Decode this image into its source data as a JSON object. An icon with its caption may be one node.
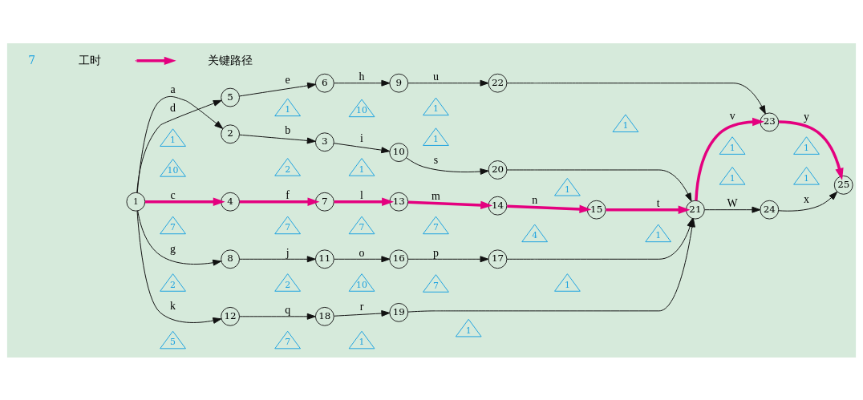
{
  "diagram": {
    "nodes": [
      {
        "text": [
          "1"
        ]
      },
      {
        "text": [
          "2"
        ]
      },
      {
        "text": [
          "3"
        ]
      },
      {
        "text": [
          "4"
        ]
      },
      {
        "text": [
          "5"
        ]
      },
      {
        "text": [
          "6"
        ]
      },
      {
        "text": [
          "7"
        ]
      },
      {
        "text": [
          "8"
        ]
      },
      {
        "text": [
          "9"
        ]
      },
      {
        "text": [
          "10"
        ]
      },
      {
        "text": [
          "11"
        ]
      },
      {
        "text": [
          "12"
        ]
      },
      {
        "text": [
          "13"
        ]
      },
      {
        "text": [
          "14"
        ]
      },
      {
        "text": [
          "15"
        ]
      },
      {
        "text": [
          "16"
        ]
      },
      {
        "text": [
          "17"
        ]
      },
      {
        "text": [
          "18"
        ]
      },
      {
        "text": [
          "19"
        ]
      },
      {
        "text": [
          "20"
        ]
      },
      {
        "text": [
          "21"
        ]
      },
      {
        "text": [
          "22"
        ]
      },
      {
        "text": [
          "23"
        ]
      },
      {
        "text": [
          "24"
        ]
      },
      {
        "text": [
          "25"
        ]
      },
      {
        "text": [
          "10"
        ]
      },
      {
        "text": [
          "2"
        ]
      },
      {
        "text": [
          "1"
        ]
      },
      {
        "text": [
          "1"
        ]
      },
      {
        "text": [
          "1"
        ]
      },
      {
        "text": [
          "1"
        ]
      },
      {
        "text": [
          "1"
        ]
      },
      {
        "text": [
          "10"
        ]
      },
      {
        "text": [
          "1"
        ]
      },
      {
        "text": [
          "1"
        ]
      },
      {
        "text": [
          "7"
        ]
      },
      {
        "text": [
          "7"
        ]
      },
      {
        "text": [
          "7"
        ]
      },
      {
        "text": [
          "7"
        ]
      },
      {
        "text": [
          "4"
        ]
      },
      {
        "text": [
          "1"
        ]
      },
      {
        "text": [
          "1"
        ]
      },
      {
        "text": [
          "1"
        ]
      },
      {
        "text": [
          "1"
        ]
      },
      {
        "text": [
          "1"
        ]
      },
      {
        "text": [
          "2"
        ]
      },
      {
        "text": [
          "2"
        ]
      },
      {
        "text": [
          "10"
        ]
      },
      {
        "text": [
          "7"
        ]
      },
      {
        "text": [
          "1"
        ]
      },
      {
        "text": [
          "5"
        ]
      },
      {
        "text": [
          "7"
        ]
      },
      {
        "text": [
          "1"
        ]
      },
      {
        "text": [
          "1"
        ]
      }
    ],
    "edges": [
      {
        "from": 0,
        "to": 1,
        "arrow": "to",
        "label": "a"
      },
      {
        "from": 1,
        "to": 2,
        "arrow": "to",
        "label": "b"
      },
      {
        "from": 2,
        "to": 9,
        "arrow": "to",
        "label": "i"
      },
      {
        "from": 9,
        "to": 19,
        "arrow": "to",
        "label": "s"
      },
      {
        "from": 19,
        "to": 20,
        "arrow": "to"
      },
      {
        "from": 0,
        "to": 4,
        "arrow": "to",
        "label": "d"
      },
      {
        "from": 4,
        "to": 5,
        "arrow": "to",
        "label": "e"
      },
      {
        "from": 5,
        "to": 8,
        "arrow": "to",
        "label": "h"
      },
      {
        "from": 8,
        "to": 21,
        "arrow": "to",
        "label": "u"
      },
      {
        "from": 21,
        "to": 22,
        "arrow": "to"
      },
      {
        "from": 0,
        "to": 3,
        "arrow": "to",
        "label": "c",
        "style": "thick",
        "color": "#e4007f"
      },
      {
        "from": 3,
        "to": 6,
        "arrow": "to",
        "label": "f",
        "style": "thick",
        "color": "#e4007f"
      },
      {
        "from": 6,
        "to": 12,
        "arrow": "to",
        "label": "l",
        "style": "thick",
        "color": "#e4007f"
      },
      {
        "from": 12,
        "to": 13,
        "arrow": "to",
        "label": "m",
        "style": "thick",
        "color": "#e4007f"
      },
      {
        "from": 13,
        "to": 14,
        "arrow": "to",
        "label": "n",
        "style": "thick",
        "color": "#e4007f"
      },
      {
        "from": 14,
        "to": 20,
        "arrow": "to",
        "label": "t",
        "style": "thick",
        "color": "#e4007f"
      },
      {
        "from": 20,
        "to": 22,
        "arrow": "to",
        "label": "v",
        "style": "thick",
        "color": "#e4007f"
      },
      {
        "from": 22,
        "to": 24,
        "arrow": "to",
        "label": "y",
        "style": "thick",
        "color": "#e4007f"
      },
      {
        "from": 20,
        "to": 23,
        "arrow": "to",
        "label": "W"
      },
      {
        "from": 23,
        "to": 24,
        "arrow": "to",
        "label": "x"
      },
      {
        "from": 0,
        "to": 7,
        "arrow": "to",
        "label": "g"
      },
      {
        "from": 7,
        "to": 10,
        "arrow": "to",
        "label": "j"
      },
      {
        "from": 10,
        "to": 15,
        "arrow": "to",
        "label": "o"
      },
      {
        "from": 15,
        "to": 16,
        "arrow": "to",
        "label": "p"
      },
      {
        "from": 16,
        "to": 20,
        "arrow": "to"
      },
      {
        "from": 0,
        "to": 11,
        "arrow": "to",
        "label": "k"
      },
      {
        "from": 11,
        "to": 17,
        "arrow": "to",
        "label": "q"
      },
      {
        "from": 17,
        "to": 18,
        "arrow": "to",
        "label": "r"
      },
      {
        "from": 18,
        "to": 20,
        "arrow": "to"
      }
    ],
    "labels": [
      "7"
    ],
    "legend": [
      {
        "text": "工时"
      },
      {
        "text": "关键路径"
      }
    ]
  }
}
